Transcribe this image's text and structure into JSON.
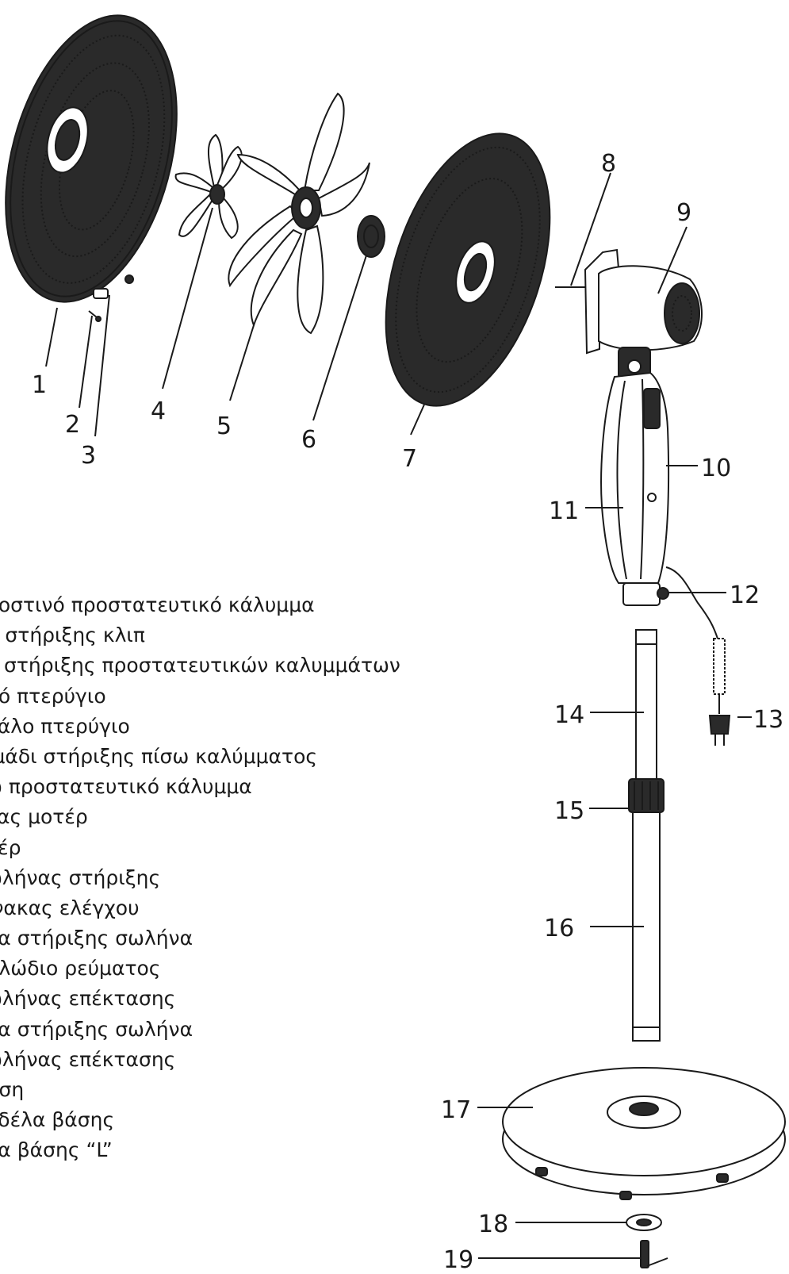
{
  "labels": [
    "1",
    "2",
    "3",
    "4",
    "5",
    "6",
    "7",
    "8",
    "9",
    "10",
    "11",
    "12",
    "13",
    "14",
    "15",
    "16",
    "17",
    "18",
    "19"
  ],
  "legend": [
    "ροστινό προστατευτικό κάλυμμα",
    "α στήριξης κλιπ",
    "π στήριξης προστατευτικών καλυμμάτων",
    "ρό πτερύγιο",
    "γάλο πτερύγιο",
    "ιμάδι στήριξης πίσω καλύμματος",
    "ω προστατευτικό κάλυμμα",
    "νας μοτέρ",
    "τέρ",
    "ωλήνας στήριξης",
    "ίνακας ελέγχου",
    "δα στήριξης σωλήνα",
    "αλώδιο ρεύματος",
    "ωλήνας επέκτασης",
    "δα στήριξης σωλήνα",
    "ωλήνας επέκτασης",
    "άση",
    "οδέλα βάσης",
    "δα βάσης “L”"
  ],
  "icons": [
    "front-guard",
    "clip-screw",
    "guard-clip",
    "small-blade",
    "large-blade",
    "guard-nut",
    "rear-guard",
    "motor-shaft",
    "motor",
    "support-tube",
    "control-panel",
    "tube-locking-ring",
    "power-cord",
    "extension-tube",
    "tube-collar",
    "lower-tube",
    "base",
    "base-washer",
    "base-l-bolt"
  ]
}
